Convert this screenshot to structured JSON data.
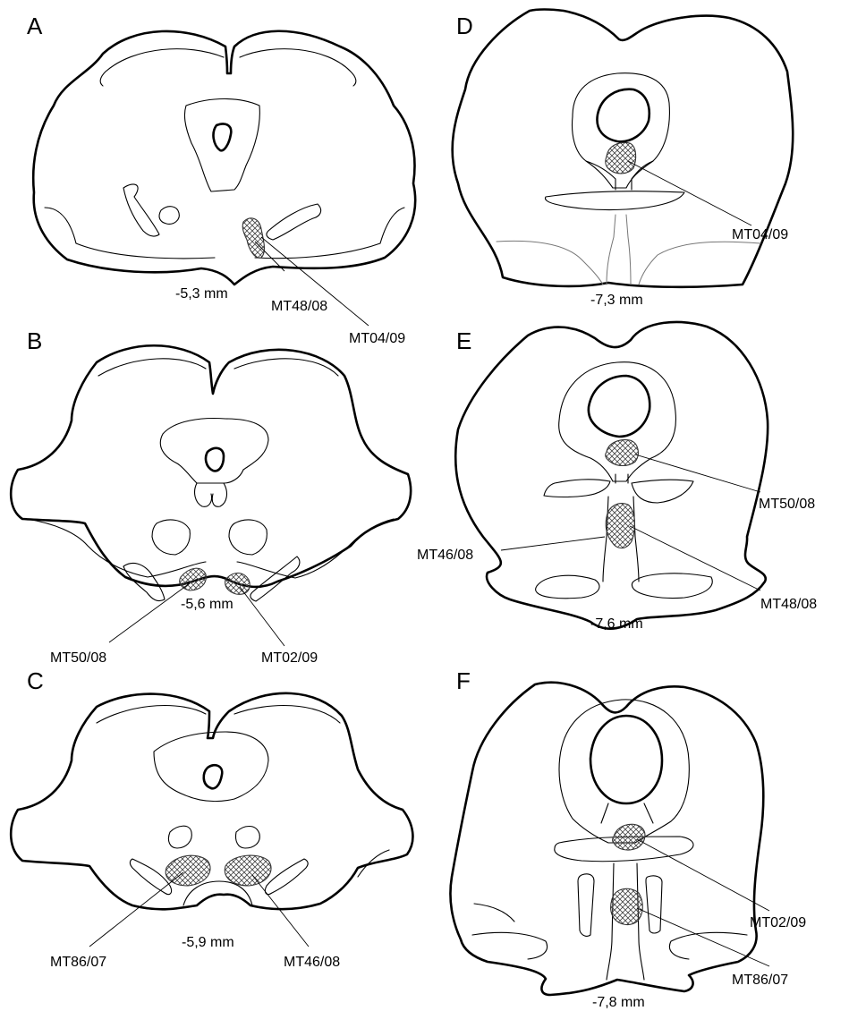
{
  "panels": {
    "A": {
      "letter": "A",
      "depth": "-5,3 mm",
      "labels": [
        "MT48/08",
        "MT04/09"
      ]
    },
    "B": {
      "letter": "B",
      "depth": "-5,6 mm",
      "labels": [
        "MT50/08",
        "MT02/09"
      ]
    },
    "C": {
      "letter": "C",
      "depth": "-5,9 mm",
      "labels": [
        "MT86/07",
        "MT46/08"
      ]
    },
    "D": {
      "letter": "D",
      "depth": "-7,3 mm",
      "labels": [
        "MT04/09"
      ]
    },
    "E": {
      "letter": "E",
      "depth": "-7,6 mm",
      "labels": [
        "MT50/08",
        "MT46/08",
        "MT48/08"
      ]
    },
    "F": {
      "letter": "F",
      "depth": "-7,8 mm",
      "labels": [
        "MT02/09",
        "MT86/07"
      ]
    }
  }
}
